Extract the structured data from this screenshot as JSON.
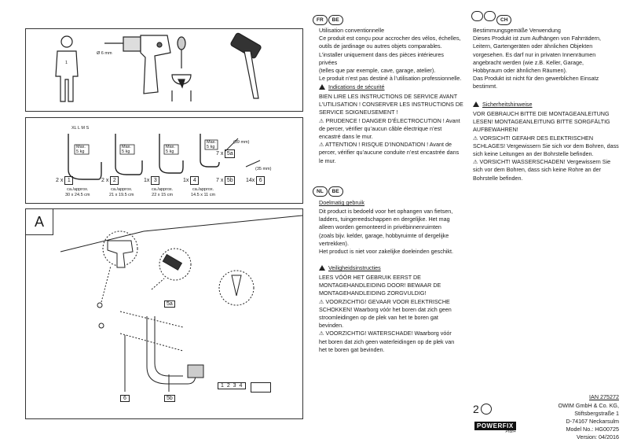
{
  "icons_panel": {
    "drill_size": "Ø 6 mm",
    "person_label": "1"
  },
  "hooks_panel": {
    "size_header": "XL L M S",
    "max_label": "Max.\n5 kg",
    "hooks": [
      {
        "qty": "2 x",
        "num": "1",
        "dims": "ca./approx.\n30 x 24.5 cm"
      },
      {
        "qty": "2 x",
        "num": "2",
        "dims": "ca./approx.\n21 x 19.5 cm"
      },
      {
        "qty": "1x",
        "num": "3",
        "dims": "ca./approx.\n22 x 15 cm"
      },
      {
        "qty": "1x",
        "num": "4",
        "dims": "ca./approx.\n14.5 x 11 cm"
      }
    ],
    "screw_qty": "7 x",
    "screw_num": "5a",
    "screw_len": "(39 mm)",
    "plug_qty": "7 x",
    "plug_num": "5b",
    "plug_len": "(35 mm)",
    "small_qty": "14x",
    "small_num": "6"
  },
  "diagram_panel": {
    "letter": "A",
    "label_5a": "5a",
    "label_5b": "5b",
    "label_6": "6",
    "part_numbers": "1 2 3 4"
  },
  "french": {
    "langs": [
      "FR",
      "BE"
    ],
    "intro": "Utilisation conventionnelle\nCe produit est conçu pour accrocher des vélos, échelles,\noutils de jardinage ou autres objets comparables.\nL’installer uniquement dans des pièces intérieures privées\n(telles que par exemple, cave, garage, atelier).\nLe produit n’est pas destiné à l’utilisation professionnelle.",
    "safety_title": "Indications de sécurité",
    "safety": "BIEN LIRE LES INSTRUCTIONS DE SERVICE AVANT\nL’UTILISATION ! CONSERVER LES INSTRUCTIONS DE\nSERVICE SOIGNEUSEMENT !\n⚠ PRUDENCE ! DANGER D’ÉLECTROCUTION ! Avant\nde percer, vérifier qu’aucun câble électrique n’est\nencastré dans le mur.\n⚠ ATTENTION ! RISQUE D’INONDATION ! Avant de\npercer, vérifier qu’aucune conduite n’est encastrée dans\nle mur."
  },
  "dutch": {
    "langs": [
      "NL",
      "BE"
    ],
    "intro_title": "Doelmatig gebruik",
    "intro": "Dit product is bedoeld voor het ophangen van fietsen,\nladders, tuingereedschappen en dergelijke. Het mag\nalleen worden gemonteerd in privébinnenruimten\n(zoals bijv. kelder, garage, hobbyruimte of dergelijke\nvertrekken).\nHet product is niet voor zakelijke doeleinden geschikt.",
    "safety_title": "Veiligheidsinstructies",
    "safety": "LEES VÓÓR HET GEBRUIK EERST DE\nMONTAGEHANDLEIDING DOOR! BEWAAR DE\nMONTAGEHANDLEIDING ZORGVULDIG!\n⚠ VOORZICHTIG! GEVAAR VOOR ELEKTRISCHE\nSCHOKKEN! Waarborg vóór het boren dat zich geen\nstroomleidingen op de plek van het te boren gat\nbevinden.\n⚠ VOORZICHTIG! WATERSCHADE! Waarborg vóór\nhet boren dat zich geen waterleidingen op de plek van\nhet te boren gat bevinden."
  },
  "german": {
    "langs": [
      "",
      "",
      "CH"
    ],
    "intro": "Bestimmungsgemäße Verwendung\nDieses Produkt ist zum Aufhängen von Fahrrädern,\nLeitern, Gartengeräten oder ähnlichen Objekten\nvorgesehen. Es darf nur in privaten Innenräumen\nangebracht werden (wie z.B. Keller, Garage,\nHobbyraum oder ähnlichen Räumen).\nDas Produkt ist nicht für den gewerblichen Einsatz\nbestimmt.",
    "safety_title": "Sicherheitshinweise",
    "safety": "VOR GEBRAUCH BITTE DIE MONTAGEANLEITUNG\nLESEN! MONTAGEANLEITUNG BITTE SORGFÄLTIG\nAUFBEWAHREN!\n⚠ VORSICHT! GEFAHR DES ELEKTRISCHEN\nSCHLAGES! Vergewissern Sie sich vor dem Bohren, dass\nsich keine Leitungen an der Bohrstelle befinden.\n⚠ VORSICHT! WASSERSCHADEN! Vergewissern Sie\nsich vor dem Bohren, dass sich keine Rohre an der\nBohrstelle befinden."
  },
  "footer": {
    "ian": "IAN 275272",
    "company": "OWIM GmbH & Co. KG,\nStiftsbergstraße 1\nD-74167 Neckarsulm\nModel No.: HG00725\nVersion: 04/2016",
    "page_num": "2",
    "brand": "POWERFIX",
    "brand_sub": "Profi+"
  }
}
